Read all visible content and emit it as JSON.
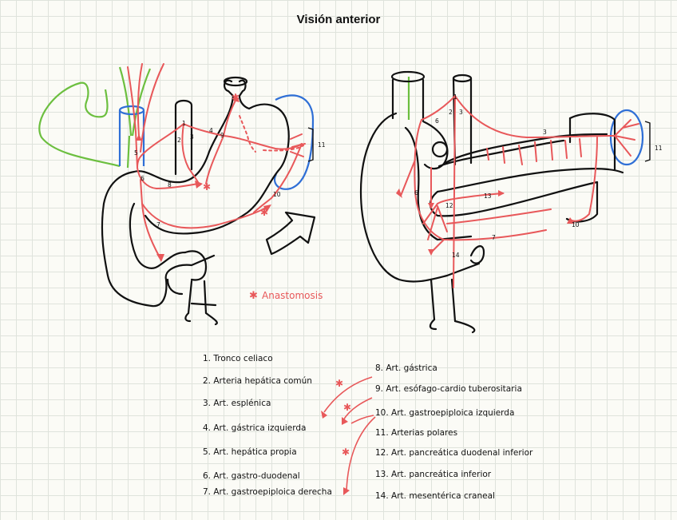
{
  "title": "Visión anterior",
  "anastomosis_label": "Anastomosis",
  "anastomosis_symbol": "✱",
  "colors": {
    "artery": "#e8585a",
    "outline": "#111111",
    "biliary": "#6cbf3f",
    "spleen_vein": "#2f6fd6"
  },
  "left_labels": [
    "1",
    "2",
    "3",
    "4",
    "5",
    "6",
    "7",
    "8",
    "9",
    "10",
    "11"
  ],
  "right_labels": [
    "1",
    "2",
    "3",
    "6",
    "7",
    "10",
    "11",
    "12",
    "13",
    "14"
  ],
  "legend": [
    "1. Tronco celiaco",
    "2. Arteria hepática común",
    "3. Art. esplénica",
    "4. Art. gástrica izquierda",
    "5. Art. hepática propia",
    "6. Art. gastro-duodenal",
    "7. Art. gastroepiploica derecha",
    "8. Art. gástrica",
    "9. Art. esófago-cardio tuberositaria",
    "10. Art. gastroepiploica izquierda",
    "11. Arterias polares",
    "12. Art. pancreática duodenal inferior",
    "13. Art. pancreática inferior",
    "14. Art. mesentérica craneal"
  ]
}
